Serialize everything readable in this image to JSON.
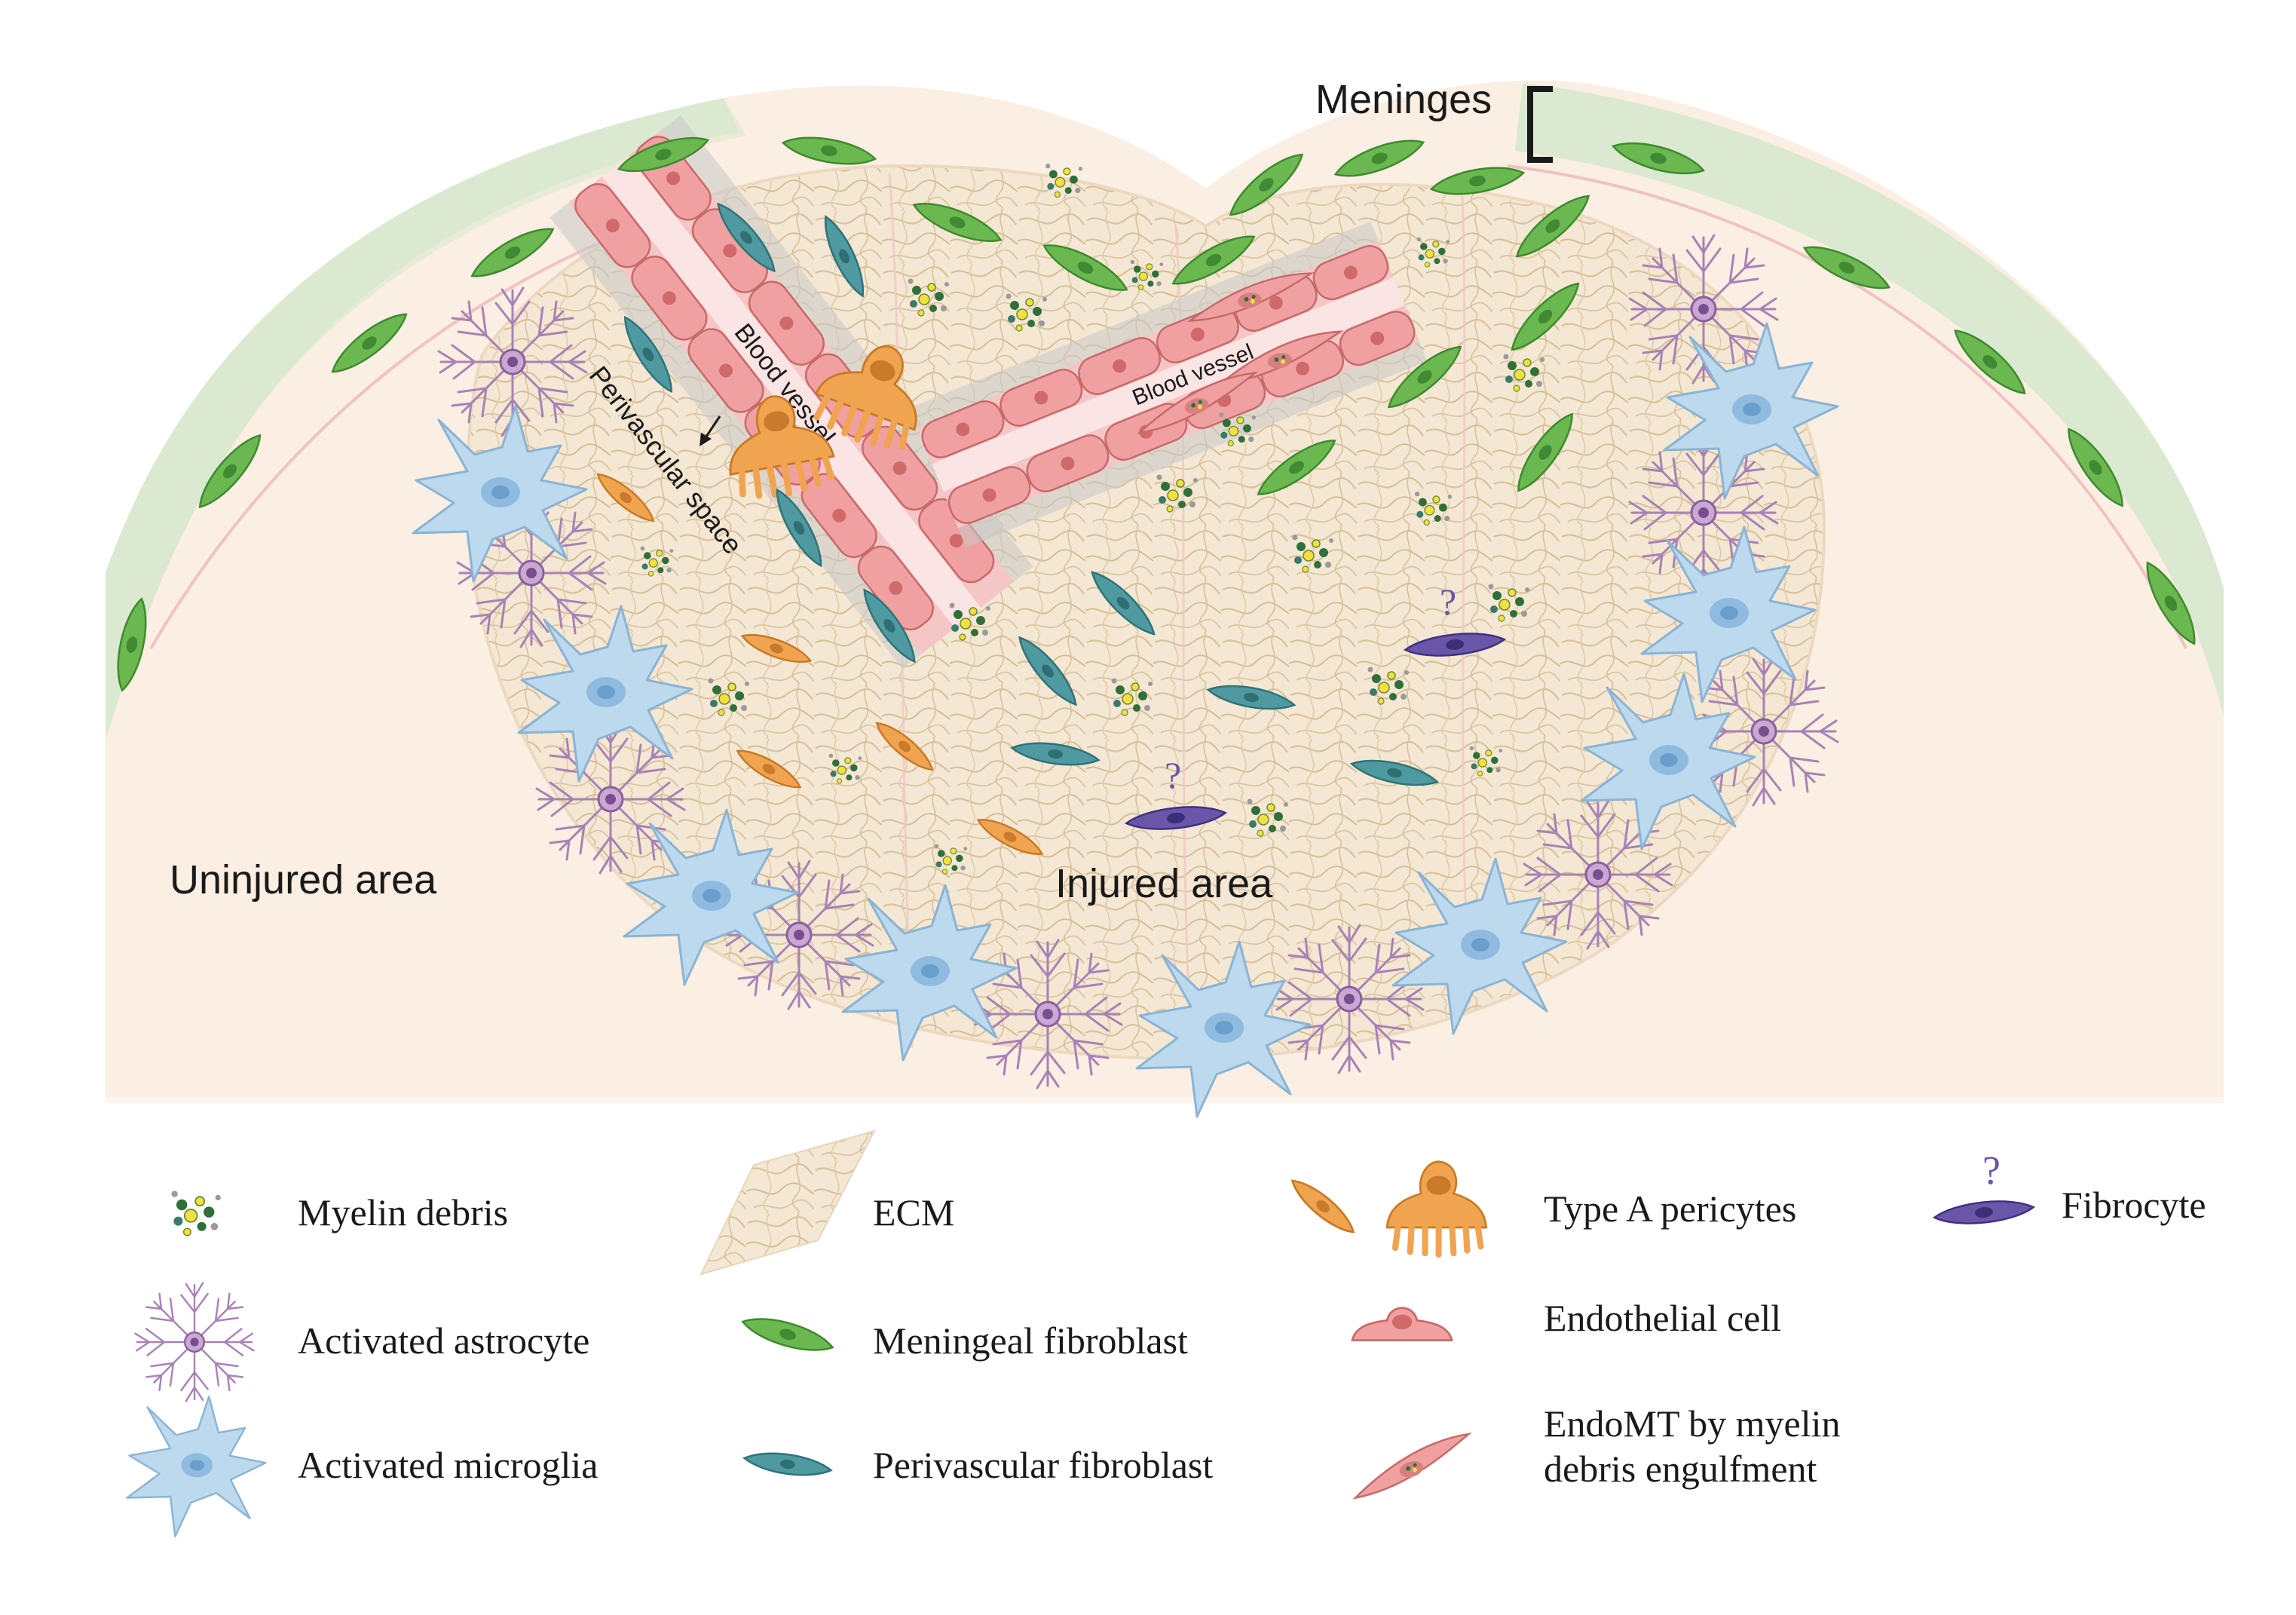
{
  "labels": {
    "meninges": "Meninges",
    "blood_vessel_1": "Blood vessel",
    "blood_vessel_2": "Blood vessel",
    "perivascular_space": "Perivascular space",
    "uninjured_area": "Uninjured area",
    "injured_area": "Injured area",
    "question_mark": "?"
  },
  "legend": {
    "myelin_debris": "Myelin debris",
    "activated_astrocyte": "Activated astrocyte",
    "activated_microglia": "Activated microglia",
    "ecm": "ECM",
    "meningeal_fibroblast": "Meningeal fibroblast",
    "perivascular_fibroblast": "Perivascular fibroblast",
    "type_a_pericytes": "Type A pericytes",
    "endothelial_cell": "Endothelial cell",
    "endomt_line1": "EndoMT by myelin",
    "endomt_line2": "debris engulfment",
    "fibrocyte": "Fibrocyte"
  },
  "colors": {
    "tissue": "#fbeee2",
    "meninges_band": "#dbe9d0",
    "meningeal_fibroblast": "#6ab84f",
    "perivascular_fibroblast": "#4f9aa0",
    "astrocyte": "#a882b6",
    "microglia": "#bcd9ee",
    "pericyte": "#f0a450",
    "endothelial": "#f0a0a0",
    "fibrocyte": "#6a56a8",
    "ecm": "#e2cfae"
  }
}
